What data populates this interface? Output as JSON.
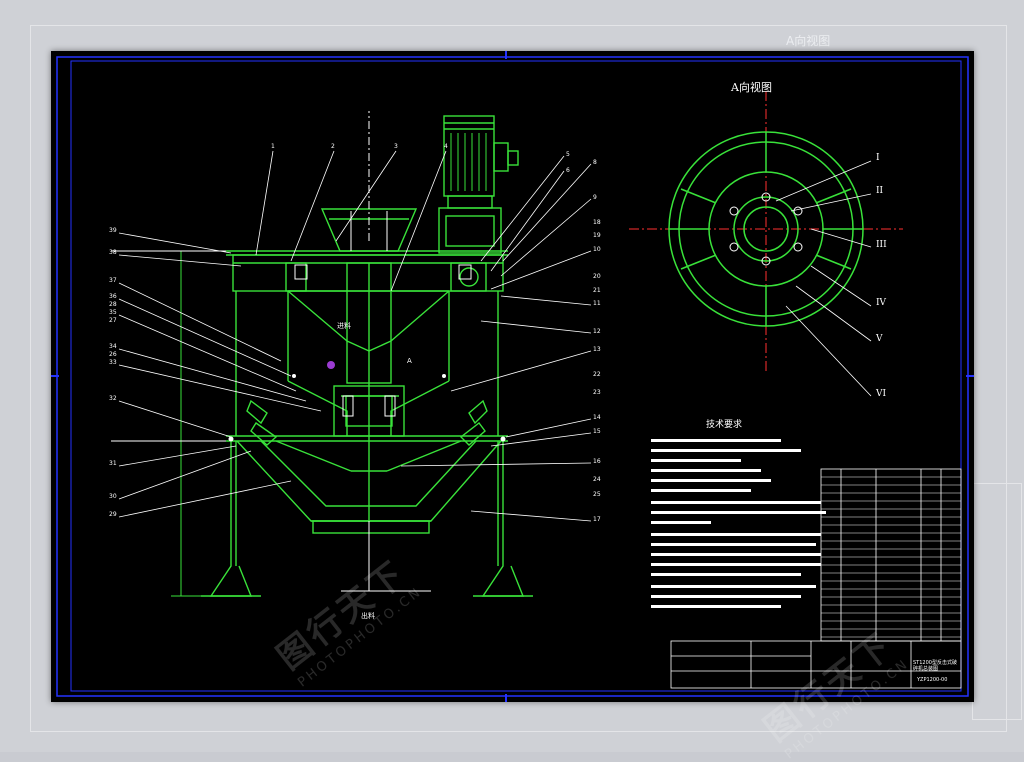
{
  "background": {
    "ghost_title": "A向视图"
  },
  "view_a": {
    "title": "A向视图",
    "ring_labels": [
      "I",
      "II",
      "III",
      "IV",
      "V",
      "VI"
    ]
  },
  "leader_numbers": {
    "top": [
      "1",
      "2",
      "3",
      "4",
      "5",
      "6"
    ],
    "left": [
      "39",
      "38",
      "37",
      "36",
      "35",
      "34",
      "33",
      "32",
      "31",
      "30",
      "29",
      "28",
      "27",
      "26"
    ],
    "right": [
      "8",
      "9",
      "10",
      "11",
      "12",
      "13",
      "14",
      "15",
      "16",
      "17",
      "18",
      "19",
      "20",
      "21",
      "22",
      "23",
      "24",
      "25"
    ]
  },
  "inner_labels": {
    "feed": "进料",
    "discharge": "出料",
    "mark_a": "A"
  },
  "tech_requirements": {
    "title": "技术要求",
    "lines": [
      "1.物料最大粒度不大于50mm,含水量不大于8%。",
      "2.轴承采用锂基润滑脂润滑,每班加注一次。",
      "3.各紧固件应拧紧,不得有松动现象。",
      "4.试运转时间不少于2小时,轴承温升不超过40℃。",
      "5.转子装配后应进行静平衡试验。",
      "6.外表面涂灰色油漆,所有焊缝应牢固。"
    ]
  },
  "title_block": {
    "drawing_name": "ST1200型反击式破碎机总装图",
    "drawing_no": "YZP1200-00"
  },
  "colors": {
    "line": "#39e23a",
    "white": "#ffffff",
    "frame": "#2432ff",
    "sheet": "#000000"
  },
  "watermark": {
    "brand": "图行天下",
    "site": "PHOTOPHOTO.CN"
  }
}
